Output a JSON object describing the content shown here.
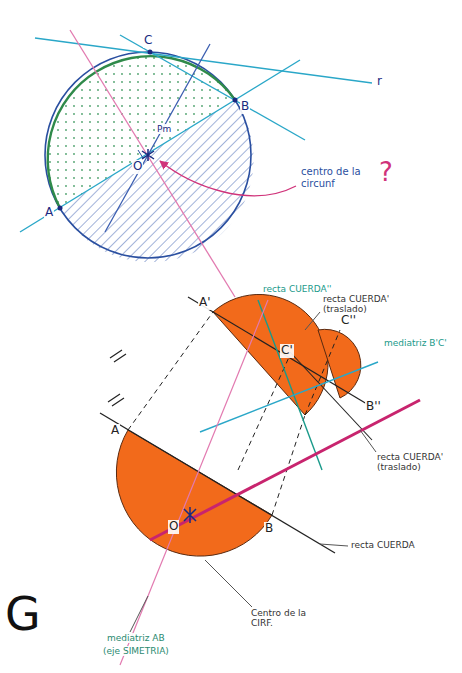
{
  "diagram": {
    "labels": [
      "C",
      "A",
      "B",
      "r",
      "Pm",
      "O",
      "centro de la circunf",
      "?",
      "recta CUERDA''",
      "recta CUERDA' (traslado)",
      "mediatriz B'C'",
      "A'",
      "C'",
      "C''",
      "B''",
      "A",
      "B",
      "O",
      "recta CUERDA' (traslado)",
      "recta CUERDA",
      "Centro de la CIRF.",
      "mediatriz AB",
      "(eje SIMETRIA)",
      "G"
    ]
  }
}
